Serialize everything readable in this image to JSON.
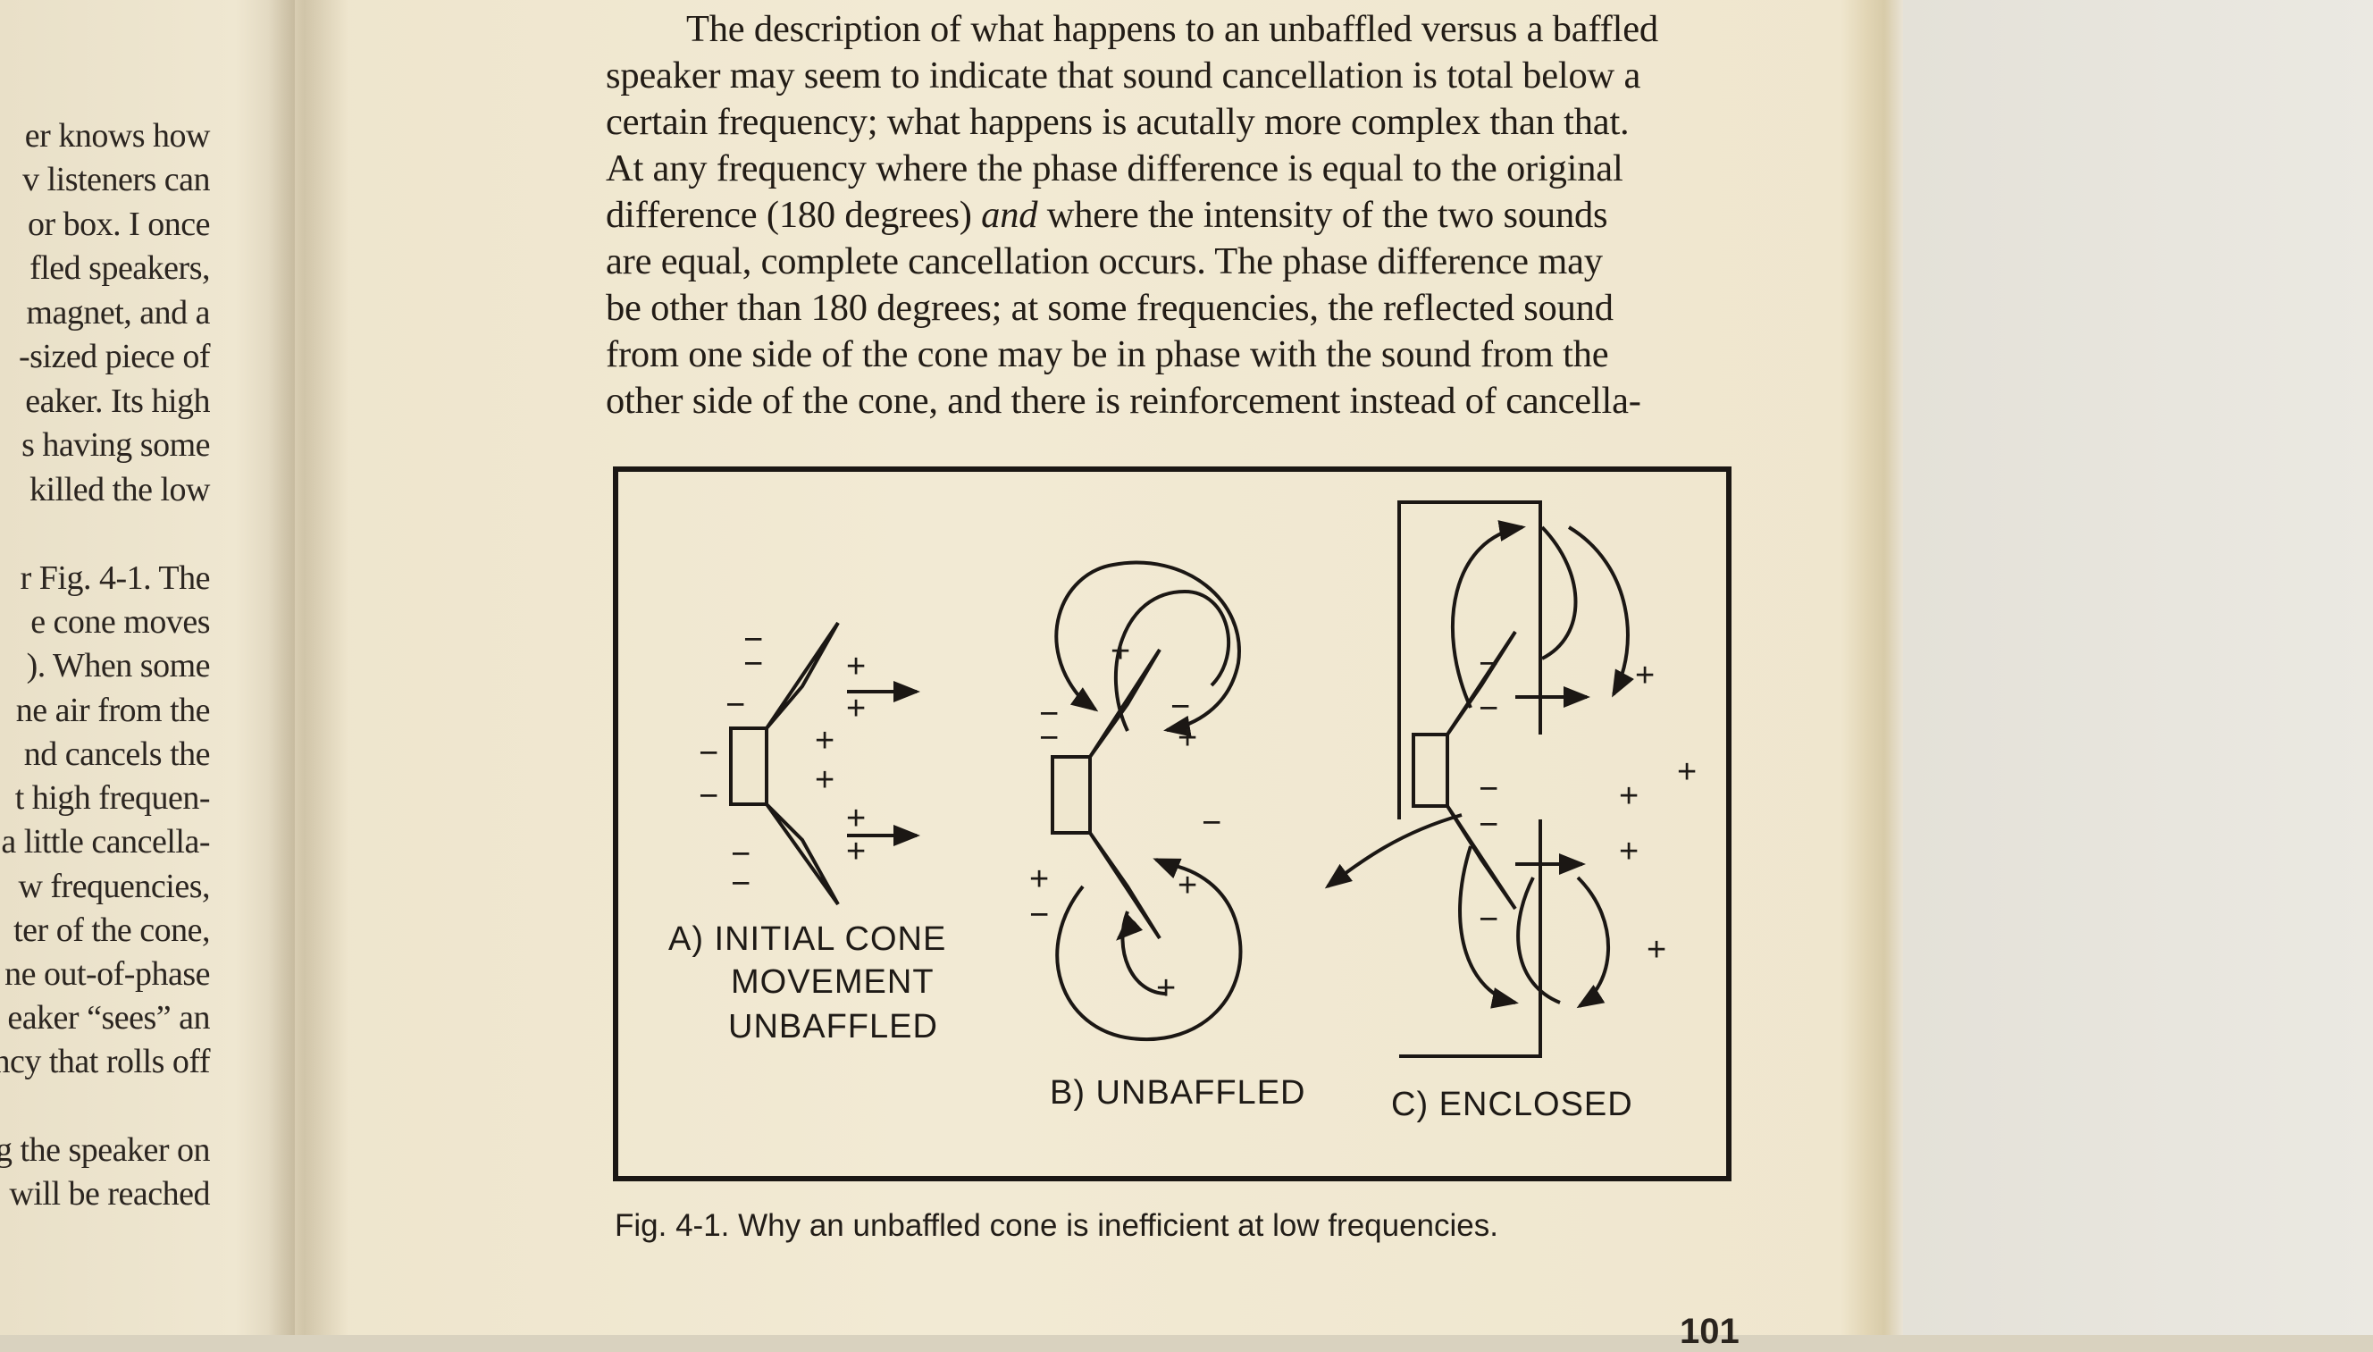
{
  "left_column": {
    "lines": [
      "er knows how",
      "v listeners can",
      "or box. I once",
      "fled speakers,",
      "magnet, and a",
      "-sized piece of",
      "eaker. Its high",
      "s having some",
      "killed the low",
      "r Fig. 4-1. The",
      "e cone moves",
      "). When some",
      "ne air from the",
      "nd cancels the",
      "t high frequen-",
      "a little cancella-",
      "w frequencies,",
      "ter of the cone,",
      "ne out-of-phase",
      "eaker “sees” an",
      "ncy that rolls off",
      "g the speaker on",
      "will be reached"
    ]
  },
  "paragraph": {
    "line1": "The description of what happens to an unbaffled versus a baffled",
    "line2": "speaker may seem to indicate that sound cancellation is total below a",
    "line3": "certain frequency; what happens is acutally more complex than that.",
    "line4": "At any frequency where the phase difference is equal to the original",
    "line5_before": "difference (180 degrees) ",
    "line5_emph": "and",
    "line5_after": " where the intensity of the two sounds",
    "line6": "are equal, complete cancellation occurs. The phase difference may",
    "line7": "be other than 180 degrees; at some frequencies, the reflected sound",
    "line8": "from one side of the cone may be in phase with the sound from the",
    "line9": "other side of the cone, and there is reinforcement instead of cancella-"
  },
  "figure": {
    "label_a_line1": "A) INITIAL CONE",
    "label_a_line2": "MOVEMENT",
    "label_a_line3": "UNBAFFLED",
    "label_b": "B) UNBAFFLED",
    "label_c": "C) ENCLOSED",
    "plus_sign": "+",
    "minus_sign": "−"
  },
  "caption": "Fig. 4-1. Why an unbaffled cone is inefficient at low frequencies.",
  "page_number": "101"
}
